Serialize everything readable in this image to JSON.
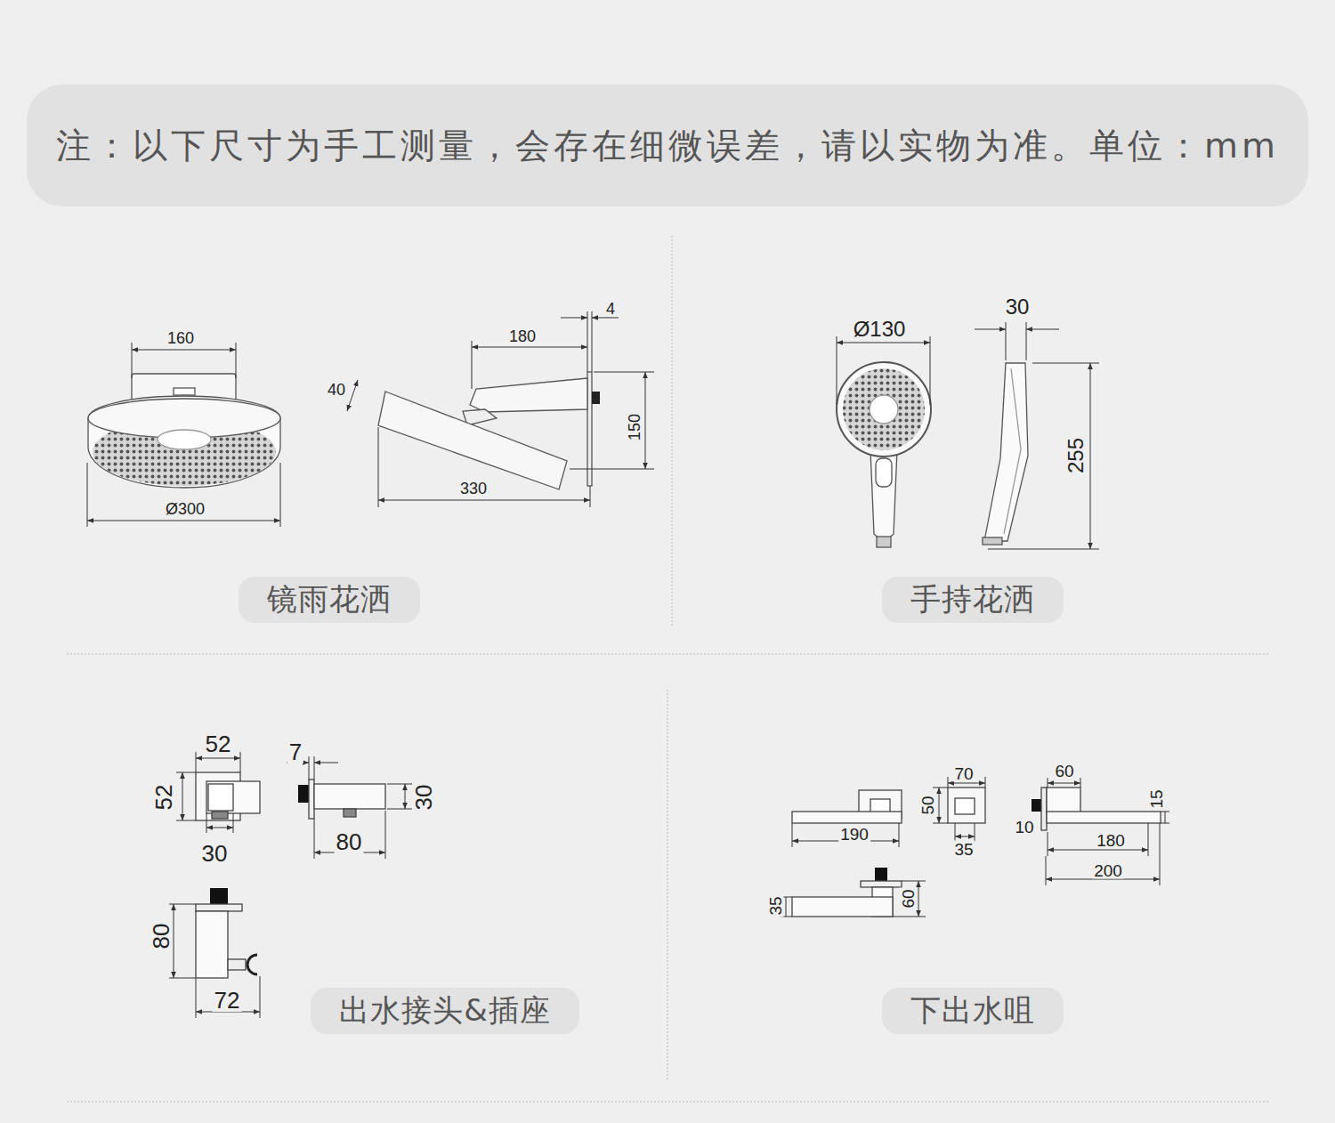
{
  "diagram": {
    "nodes": [
      {
        "text": [
          "注：以下尺寸为手工测量，会存在细微误差，请以实物为准。单位：mm"
        ]
      },
      {
        "text": [
          "镜雨花洒"
        ]
      },
      {
        "text": [
          "手持花洒"
        ]
      },
      {
        "text": [
          "出水接头&插座"
        ]
      },
      {
        "text": [
          "下出水咀"
        ]
      }
    ],
    "edges": [],
    "labels": [
      "160",
      "Ø300",
      "4",
      "180",
      "40",
      "150",
      "330",
      "Ø130",
      "30",
      "255",
      "52",
      "52",
      "30",
      "7",
      "30",
      "80",
      "80",
      "72",
      "70",
      "60",
      "50",
      "15",
      "10",
      "190",
      "35",
      "180",
      "200",
      "35",
      "60"
    ]
  }
}
